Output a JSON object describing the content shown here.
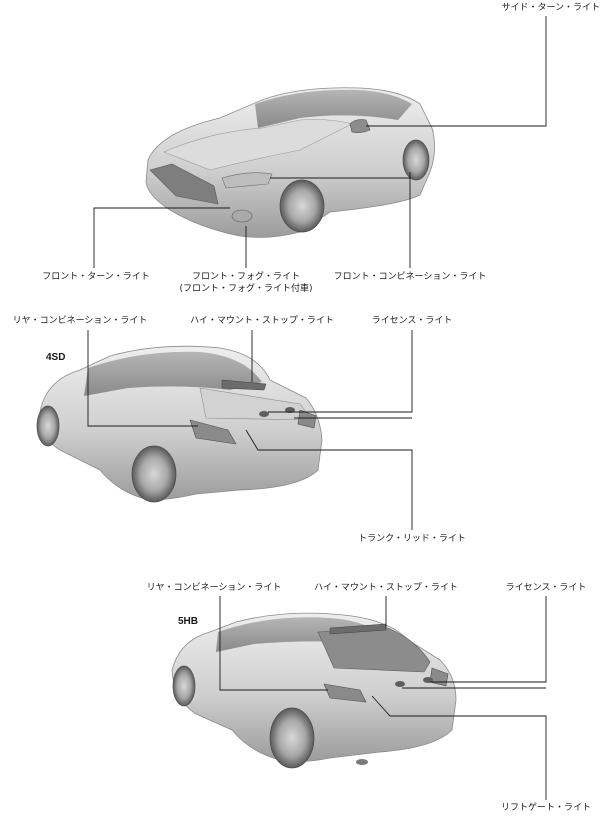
{
  "front_view": {
    "side_turn_light": "サイド・ターン・ライト",
    "front_turn_light": "フロント・ターン・ライト",
    "front_fog_light": "フロント・フォグ・ライト",
    "front_fog_light_note": "(フロント・フォグ・ライト付車)",
    "front_combination_light": "フロント・コンビネーション・ライト"
  },
  "sedan_view": {
    "variant": "4SD",
    "rear_combination_light": "リヤ・コンビネーション・ライト",
    "high_mount_stop_light": "ハイ・マウント・ストップ・ライト",
    "license_light": "ライセンス・ライト",
    "trunk_lid_light": "トランク・リッド・ライト"
  },
  "hatchback_view": {
    "variant": "5HB",
    "rear_combination_light": "リヤ・コンビネーション・ライト",
    "high_mount_stop_light": "ハイ・マウント・ストップ・ライト",
    "license_light": "ライセンス・ライト",
    "liftgate_light": "リフトゲート・ライト"
  },
  "colors": {
    "body_light": "#e6e6e6",
    "body_mid": "#c4c4c4",
    "body_dark": "#8e8e8e",
    "glass": "#9a9a9a",
    "line": "#1a1a1a"
  }
}
